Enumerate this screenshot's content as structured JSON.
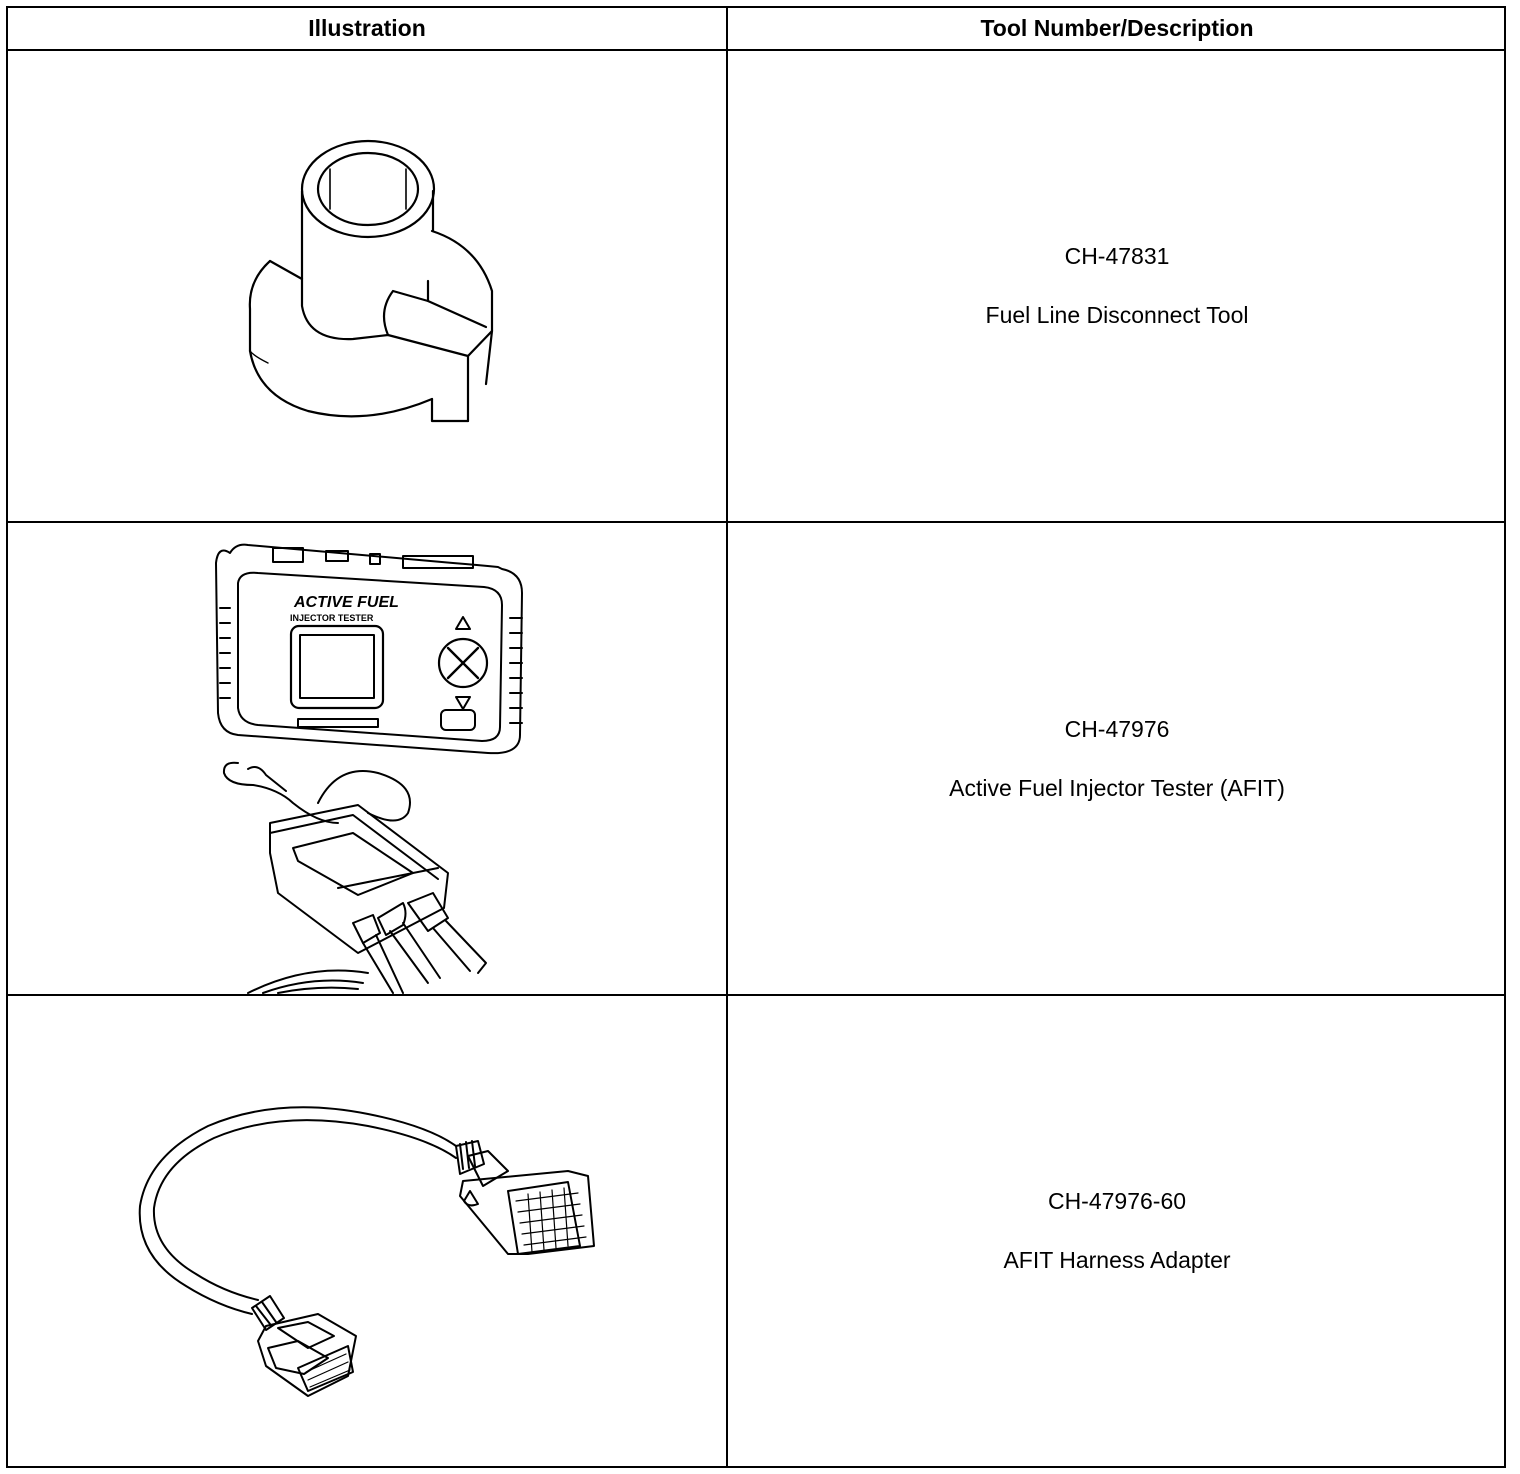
{
  "table": {
    "headers": {
      "illustration": "Illustration",
      "tool": "Tool Number/Description"
    },
    "rows": [
      {
        "number": "CH-47831",
        "description": "Fuel Line Disconnect Tool",
        "icon": "fuel-line-disconnect-tool-icon"
      },
      {
        "number": "CH-47976",
        "description": "Active Fuel Injector Tester (AFIT)",
        "icon": "afit-tester-icon"
      },
      {
        "number": "CH-47976-60",
        "description": "AFIT Harness Adapter",
        "icon": "harness-adapter-icon"
      }
    ]
  },
  "afit_label": {
    "line1": "ACTIVE FUEL",
    "line2": "INJECTOR TESTER"
  }
}
